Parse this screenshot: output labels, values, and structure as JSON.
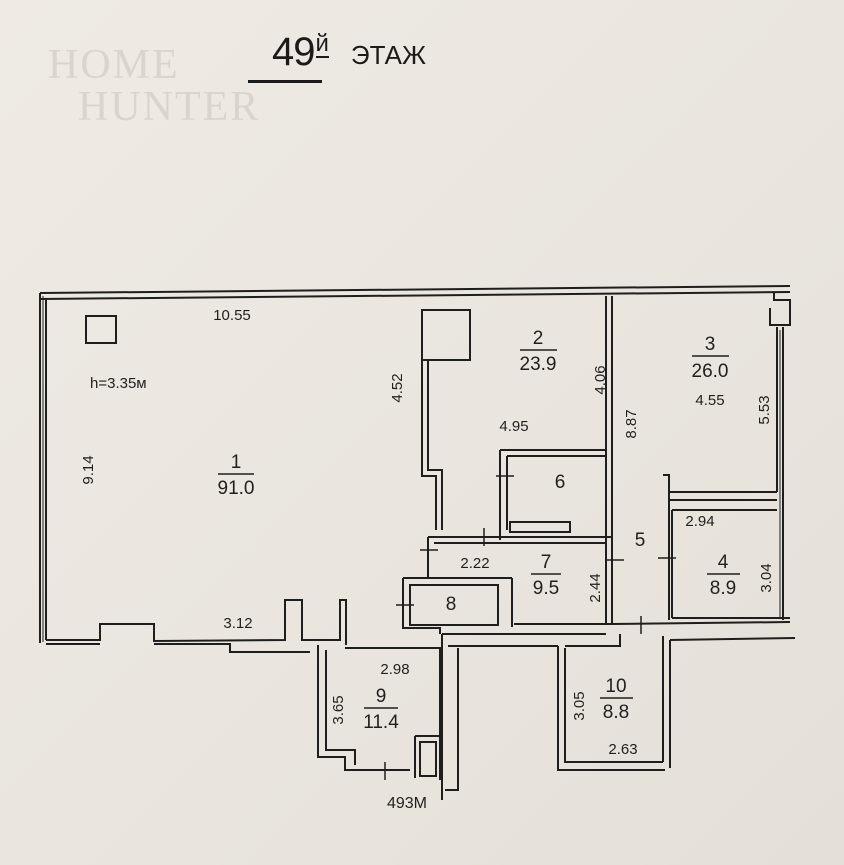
{
  "header": {
    "floor_number": "49",
    "floor_suffix": "й",
    "floor_word": "ЭТАЖ"
  },
  "watermark": {
    "line1": "HOME",
    "line2": "HUNTER"
  },
  "ceiling_height": "h=3.35м",
  "rooms": [
    {
      "id": "1",
      "area": "91.0"
    },
    {
      "id": "2",
      "area": "23.9"
    },
    {
      "id": "3",
      "area": "26.0"
    },
    {
      "id": "4",
      "area": "8.9"
    },
    {
      "id": "5",
      "area": ""
    },
    {
      "id": "6",
      "area": ""
    },
    {
      "id": "7",
      "area": "9.5"
    },
    {
      "id": "8",
      "area": ""
    },
    {
      "id": "9",
      "area": "11.4"
    },
    {
      "id": "10",
      "area": "8.8"
    }
  ],
  "dimensions": {
    "d_10_55": "10.55",
    "d_9_14": "9.14",
    "d_4_52": "4.52",
    "d_3_12": "3.12",
    "d_4_06": "4.06",
    "d_4_95": "4.95",
    "d_8_87": "8.87",
    "d_4_55": "4.55",
    "d_5_53": "5.53",
    "d_2_94": "2.94",
    "d_3_04": "3.04",
    "d_2_22": "2.22",
    "d_2_44": "2.44",
    "d_2_98": "2.98",
    "d_3_65": "3.65",
    "d_3_05": "3.05",
    "d_2_63": "2.63",
    "elevation_mark": "493М"
  }
}
